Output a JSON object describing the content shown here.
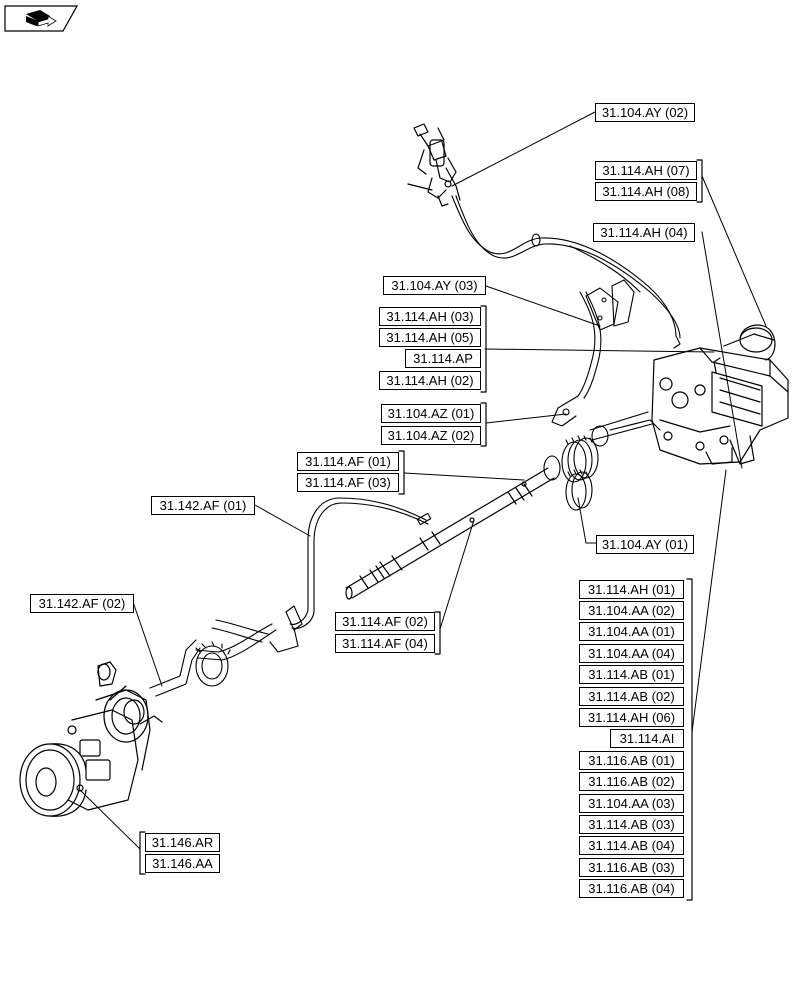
{
  "nav": {
    "icon": "book-with-arrow-icon"
  },
  "diagram_parts": [
    "tractor-pto-driveshaft-assembly",
    "gearbox-housing",
    "pto-gears",
    "control-cable",
    "hydraulic-tube",
    "pto-clutch",
    "brake-drum"
  ],
  "labels": [
    "31.104.AY (02)",
    "31.114.AH (07)",
    "31.114.AH (08)",
    "31.114.AH (04)",
    "31.104.AY (03)",
    "31.114.AH (03)",
    "31.114.AH (05)",
    "31.114.AP",
    "31.114.AH (02)",
    "31.104.AZ (01)",
    "31.104.AZ (02)",
    "31.114.AF (01)",
    "31.114.AF (03)",
    "31.142.AF (01)",
    "31.104.AY (01)",
    "31.142.AF (02)",
    "31.114.AF (02)",
    "31.114.AF (04)",
    "31.114.AH (01)",
    "31.104.AA (02)",
    "31.104.AA (01)",
    "31.104.AA (04)",
    "31.114.AB (01)",
    "31.114.AB (02)",
    "31.114.AH (06)",
    "31.114.AI",
    "31.116.AB (01)",
    "31.116.AB (02)",
    "31.104.AA (03)",
    "31.114.AB (03)",
    "31.114.AB (04)",
    "31.116.AB (03)",
    "31.116.AB (04)",
    "31.146.AR",
    "31.146.AA"
  ]
}
